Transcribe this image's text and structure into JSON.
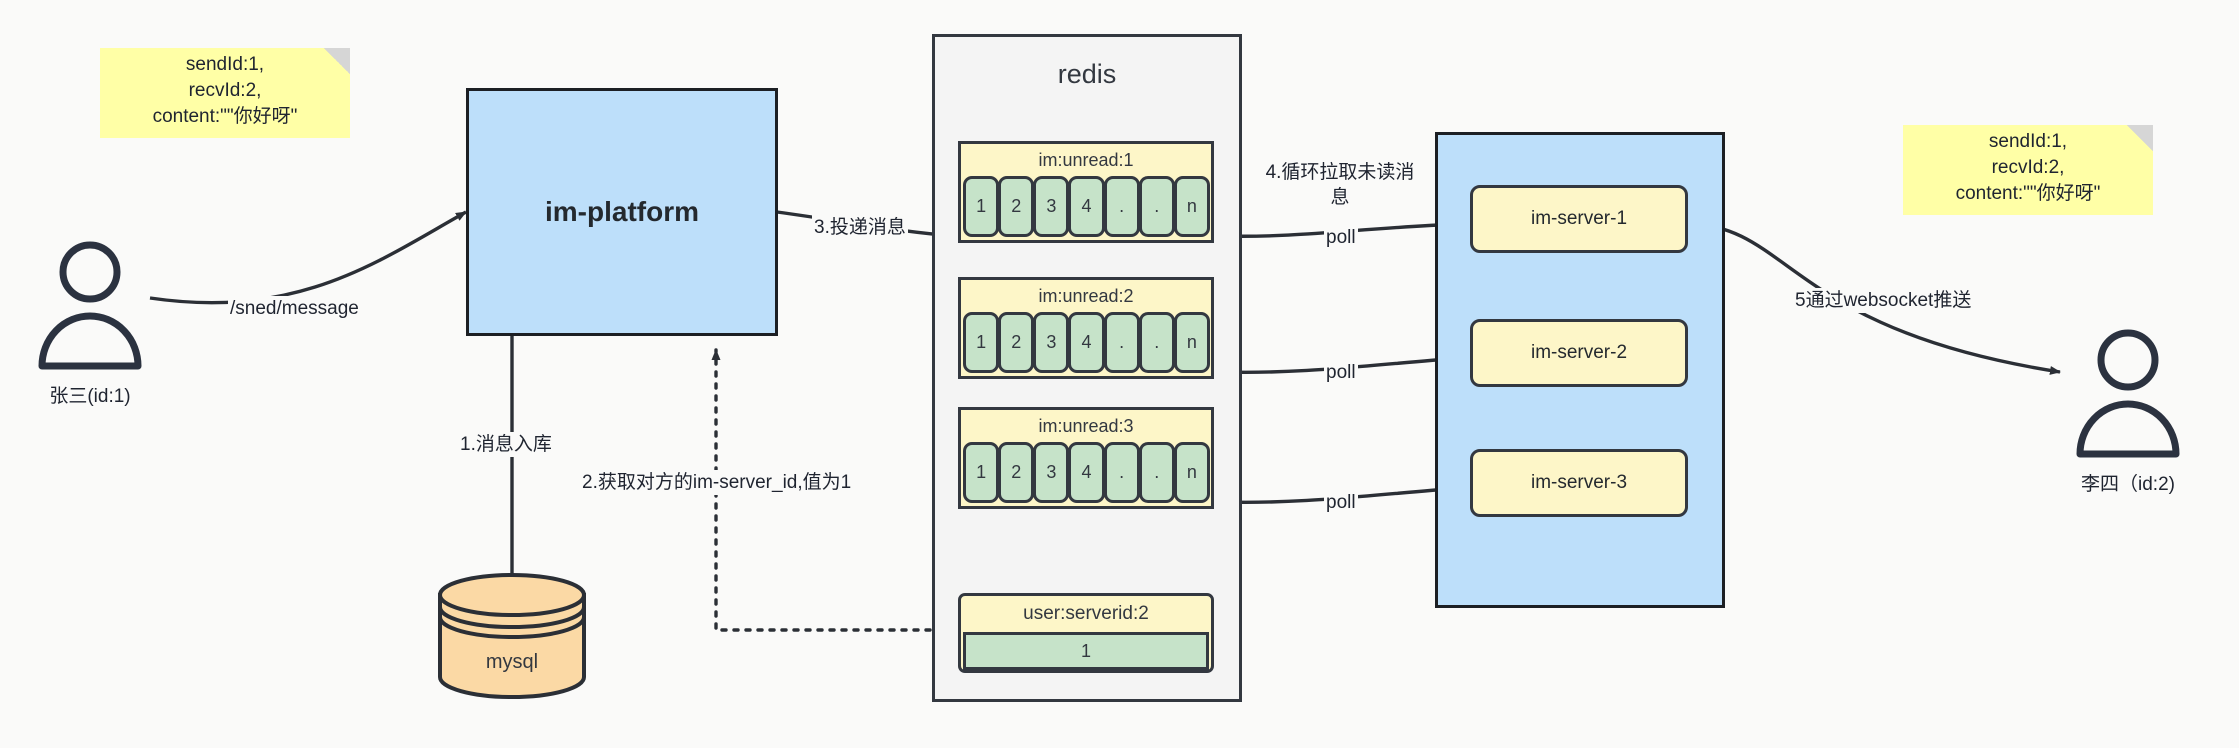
{
  "diagram": {
    "title": "IM message flow",
    "colors": {
      "background": "#fafaf9",
      "blue_fill": "#bddffa",
      "yellow_note": "#ffffa6",
      "key_fill": "#fdf6c8",
      "cell_fill": "#c6e3c9",
      "db_fill": "#fbd9a5",
      "stroke": "#333840"
    }
  },
  "actors": {
    "sender": {
      "caption": "张三(id:1)",
      "icon": "user-icon"
    },
    "receiver": {
      "caption": "李四（id:2)",
      "icon": "user-icon"
    }
  },
  "notes": {
    "left": {
      "text": "sendId:1,\nrecvId:2,\ncontent:\"\"你好呀\""
    },
    "right": {
      "text": "sendId:1,\nrecvId:2,\ncontent:\"\"你好呀\""
    }
  },
  "platform": {
    "label": "im-platform"
  },
  "database": {
    "label": "mysql",
    "icon": "cylinder-database-icon"
  },
  "redis": {
    "title": "redis",
    "keys": [
      {
        "name": "im:unread:1",
        "cells": [
          "1",
          "2",
          "3",
          "4",
          ".",
          ".",
          "n"
        ]
      },
      {
        "name": "im:unread:2",
        "cells": [
          "1",
          "2",
          "3",
          "4",
          ".",
          ".",
          "n"
        ]
      },
      {
        "name": "im:unread:3",
        "cells": [
          "1",
          "2",
          "3",
          "4",
          ".",
          ".",
          "n"
        ]
      }
    ],
    "kv": {
      "name": "user:serverid:2",
      "value": "1"
    }
  },
  "servers": {
    "nodes": [
      {
        "label": "im-server-1"
      },
      {
        "label": "im-server-2"
      },
      {
        "label": "im-server-3"
      }
    ]
  },
  "edges": {
    "send_message": "/sned/message",
    "step1": "1.消息入库",
    "step2": "2.获取对方的im-server_id,值为1",
    "step3": "3.投递消息",
    "step4": "4.循环拉取未读消\n息",
    "step5": "5通过websocket推送",
    "poll1": "poll",
    "poll2": "poll",
    "poll3": "poll"
  }
}
